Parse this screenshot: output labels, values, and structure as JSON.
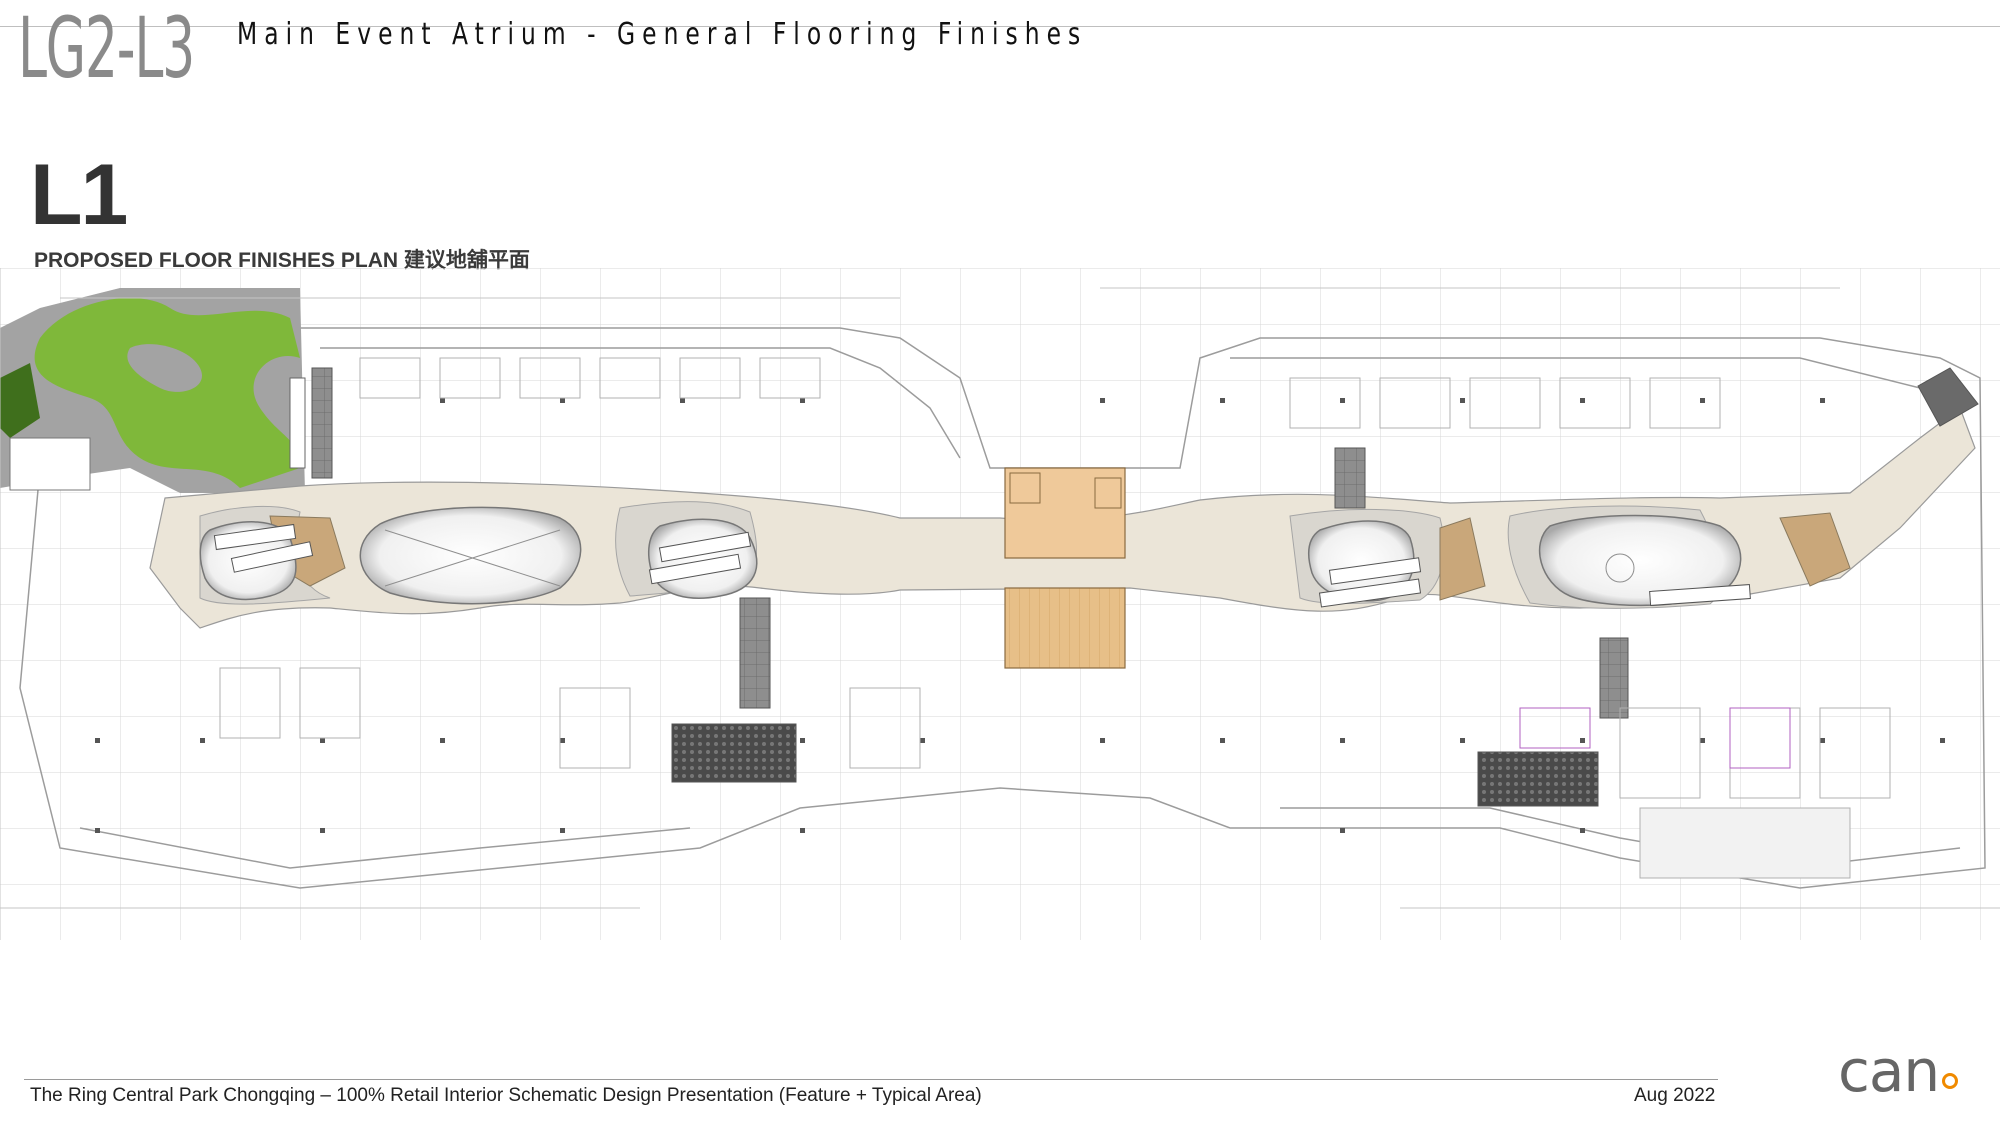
{
  "header": {
    "code": "LG2-L3",
    "subtitle": "Main Event Atrium - General Flooring Finishes"
  },
  "plan": {
    "level": "L1",
    "title": "PROPOSED FLOOR FINISHES PLAN 建议地舖平面"
  },
  "footer": {
    "text": "The Ring Central Park Chongqing – 100%  Retail Interior Schematic Design Presentation (Feature + Typical Area)",
    "date": "Aug 2022",
    "logo": "can"
  },
  "colors": {
    "grass": "#7fb83a",
    "stone": "#a8a8a8",
    "walkway": "#ebe5d8",
    "wood": "#e7bf88",
    "accent": "#f08a00"
  }
}
